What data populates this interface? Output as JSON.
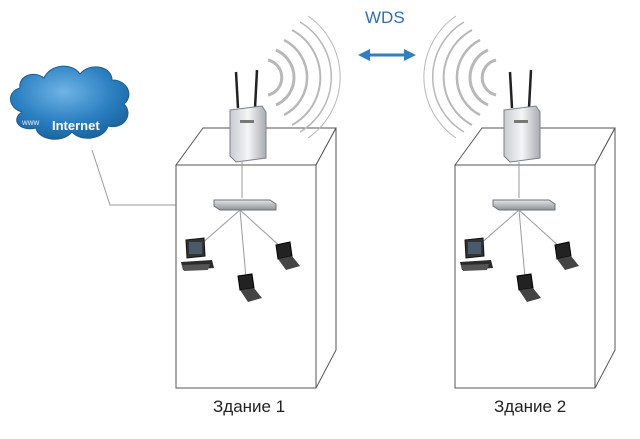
{
  "diagram": {
    "link_label": "WDS",
    "cloud_label": "Internet",
    "cloud_prefix": "www",
    "buildings": [
      {
        "name": "Здание 1"
      },
      {
        "name": "Здание 2"
      }
    ],
    "colors": {
      "link_arrow": "#2f7fc1",
      "cloud_fill": "#2a7fc0",
      "cloud_text": "#ffffff",
      "building_line": "#555555",
      "cable": "#9a9a9a",
      "signal_wave": "#b8b8b8"
    },
    "icons": [
      "cloud-icon",
      "access-point-icon",
      "switch-icon",
      "desktop-computer-icon",
      "laptop-icon",
      "signal-wave-icon",
      "double-arrow-icon"
    ]
  }
}
